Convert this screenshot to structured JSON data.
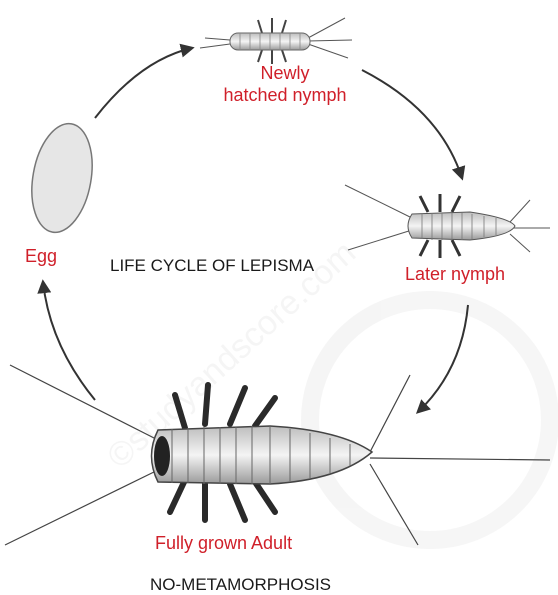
{
  "title": "LIFE CYCLE OF LEPISMA",
  "footer": "NO-METAMORPHOSIS",
  "stages": {
    "egg": "Egg",
    "newly_hatched_nymph_line1": "Newly",
    "newly_hatched_nymph_line2": "hatched nymph",
    "later_nymph": "Later nymph",
    "adult": "Fully grown Adult"
  },
  "watermark": "©studyandscore.com",
  "colors": {
    "label_red": "#d0202a",
    "text_black": "#1a1a1a",
    "egg_fill": "#e6e6e6",
    "arrow": "#333333"
  }
}
